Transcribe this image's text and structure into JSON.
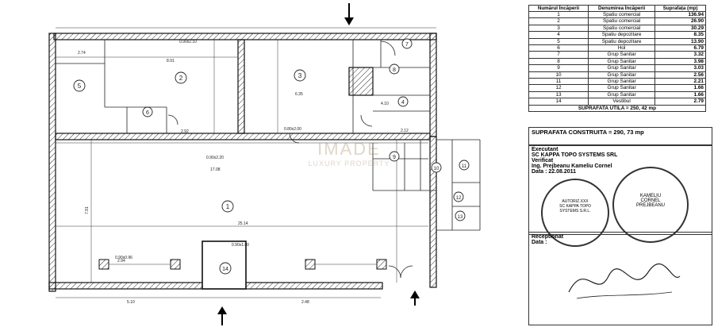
{
  "plan": {
    "rooms": [
      {
        "num": "1"
      },
      {
        "num": "2"
      },
      {
        "num": "3"
      },
      {
        "num": "4"
      },
      {
        "num": "5"
      },
      {
        "num": "6"
      },
      {
        "num": "7"
      },
      {
        "num": "8"
      },
      {
        "num": "9"
      },
      {
        "num": "10"
      },
      {
        "num": "11"
      },
      {
        "num": "12"
      },
      {
        "num": "13"
      },
      {
        "num": "14"
      }
    ],
    "dims": {
      "total_width": "25.14",
      "mid_width": "17.08",
      "room2_w": "8.91",
      "room3_w": "6.35",
      "room5_w": "2.74",
      "window_a": "0.90x0.96",
      "window_b": "0.90x2.20",
      "window_c": "0.90x1.80",
      "door_a": "0.90x2.10",
      "door_b": "0.80x2.00",
      "height_a": "7.91",
      "height_b": "4.10",
      "bottom_a": "5.10",
      "bottom_b": "2.48",
      "bottom_c": "2.94",
      "span_a": "2.92",
      "span_b": "2.12"
    }
  },
  "watermark": {
    "line1": "IMADE",
    "line2": "LUXURY PROPERTY"
  },
  "table": {
    "headers": [
      "Numărul Încăperii",
      "Denumirea Încăperii",
      "Suprafața (mp)"
    ],
    "rows": [
      {
        "n": "1",
        "name": "Spatiu comercial",
        "area": "136.94"
      },
      {
        "n": "2",
        "name": "Spatiu comercial",
        "area": "26.90"
      },
      {
        "n": "3",
        "name": "Spatiu comercial",
        "area": "30.29"
      },
      {
        "n": "4",
        "name": "Spatiu depozitare",
        "area": "8.35"
      },
      {
        "n": "5",
        "name": "Spatiu depozitare",
        "area": "13.90"
      },
      {
        "n": "6",
        "name": "Hol",
        "area": "6.79"
      },
      {
        "n": "7",
        "name": "Grup Sanitar",
        "area": "3.32"
      },
      {
        "n": "8",
        "name": "Grup Sanitar",
        "area": "3.98"
      },
      {
        "n": "9",
        "name": "Grup Sanitar",
        "area": "3.03"
      },
      {
        "n": "10",
        "name": "Grup Sanitar",
        "area": "2.56"
      },
      {
        "n": "11",
        "name": "Grup Sanitar",
        "area": "2.21"
      },
      {
        "n": "12",
        "name": "Grup Sanitar",
        "area": "1.66"
      },
      {
        "n": "13",
        "name": "Grup Sanitar",
        "area": "1.66"
      },
      {
        "n": "14",
        "name": "Vestibul",
        "area": "2.79"
      }
    ],
    "suprafata_utila": "SUPRAFATA UTILA = 250, 42 mp",
    "suprafata_construita": "SUPRAFATA CONSTRUITA = 290, 73 mp"
  },
  "executant": {
    "label": "Executant",
    "company": "SC KAPPA TOPO SYSTEMS SRL",
    "verificat": "Verificat",
    "ing": "Ing. Prejbeanu Kameliu Cornel",
    "data": "Data : 22.08.2011"
  },
  "stamp1": {
    "line1": "AUTORIZ.XXX",
    "line2": "SC KAPPA TOPO",
    "line3": "SYSTEMS S.R.L."
  },
  "stamp2": {
    "line1": "KAMELIU",
    "line2": "CORNEL",
    "line3": "PREJBEANU"
  },
  "receptionat": {
    "label": "Receptionat",
    "data": "Data :"
  }
}
